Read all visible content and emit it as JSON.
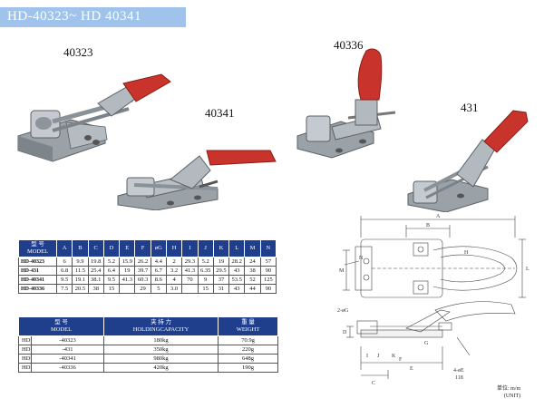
{
  "header": {
    "title": "HD-40323~ HD 40341"
  },
  "models": {
    "m40323": "40323",
    "m40341": "40341",
    "m40336": "40336",
    "m431": "431"
  },
  "specs_table": {
    "headers": [
      {
        "cn": "型 号",
        "en": "MODEL"
      },
      {
        "cn": "",
        "en": "A"
      },
      {
        "cn": "",
        "en": "B"
      },
      {
        "cn": "",
        "en": "C"
      },
      {
        "cn": "",
        "en": "D"
      },
      {
        "cn": "",
        "en": "E"
      },
      {
        "cn": "",
        "en": "F"
      },
      {
        "cn": "",
        "en": "øG"
      },
      {
        "cn": "",
        "en": "H"
      },
      {
        "cn": "",
        "en": "I"
      },
      {
        "cn": "",
        "en": "J"
      },
      {
        "cn": "",
        "en": "K"
      },
      {
        "cn": "",
        "en": "L"
      },
      {
        "cn": "",
        "en": "M"
      },
      {
        "cn": "",
        "en": "N"
      }
    ],
    "rows": [
      [
        "HD-40323",
        "6",
        "9.9",
        "19.8",
        "5.2",
        "15.9",
        "26.2",
        "4.4",
        "2",
        "29.3",
        "5.2",
        "19",
        "28.2",
        "24",
        "57"
      ],
      [
        "HD-431",
        "6.8",
        "11.5",
        "25.4",
        "6.4",
        "19",
        "39.7",
        "6.7",
        "3.2",
        "41.3",
        "6.35",
        "29.5",
        "43",
        "38",
        "90"
      ],
      [
        "HD-40341",
        "9.5",
        "19.1",
        "38.1",
        "9.5",
        "41.3",
        "60.3",
        "8.6",
        "4",
        "70",
        "9",
        "37",
        "53.5",
        "52",
        "125"
      ],
      [
        "HD-40336",
        "7.5",
        "20.5",
        "38",
        "15",
        "",
        "29",
        "5",
        "3.0",
        "",
        "15",
        "31",
        "43",
        "44",
        "90"
      ]
    ]
  },
  "capacity_table": {
    "headers": [
      {
        "cn": "型 号",
        "en": "MODEL"
      },
      {
        "cn": "夹 持 力",
        "en": "HOLDINGCAPACITY"
      },
      {
        "cn": "重 量",
        "en": "WEIGHT"
      }
    ],
    "rows": [
      [
        "HD",
        "-40323",
        "180kg",
        "70.9g"
      ],
      [
        "HD",
        "-431",
        "350kg",
        "220g"
      ],
      [
        "HD",
        "-40341",
        "980kg",
        "648g"
      ],
      [
        "HD",
        "-40336",
        "420kg",
        "190g"
      ]
    ]
  },
  "unit_note": {
    "line1": "单位: m/m",
    "line2": "(UNIT)"
  },
  "drawing_labels": {
    "A": "A",
    "B": "B",
    "H": "H",
    "L": "L",
    "M": "M",
    "N": "N",
    "D": "D",
    "F": "F",
    "E": "E",
    "I": "I",
    "J": "J",
    "K": "K",
    "C": "C",
    "G": "G",
    "hole": "2-øG",
    "hole2": "4-øE",
    "sub": "118"
  },
  "colors": {
    "header": "#9fc3ea",
    "table_header": "#1f3e8c",
    "handle": "#c8332b"
  }
}
